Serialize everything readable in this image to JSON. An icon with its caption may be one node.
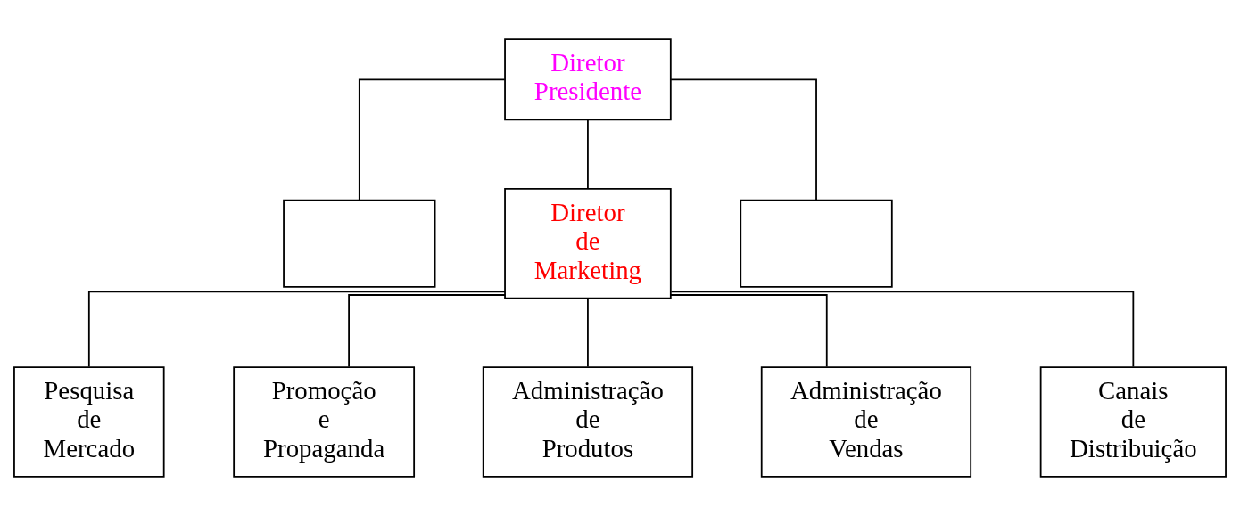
{
  "diagram": {
    "nodes": [
      {
        "text": [
          "Diretor Presidente"
        ]
      },
      {
        "text": [],
        "shape": "box"
      },
      {
        "text": [
          "Diretor de Marketing"
        ]
      },
      {
        "text": [],
        "shape": "box"
      },
      {
        "text": [
          "Pesquisa de Mercado"
        ]
      },
      {
        "text": [
          "Promoção e Propaganda"
        ]
      },
      {
        "text": [
          "Administração de Produtos"
        ]
      },
      {
        "text": [
          "Administração de Vendas"
        ]
      },
      {
        "text": [
          "Canais de Distribuição"
        ]
      }
    ],
    "edges": [
      {
        "from": 0,
        "to": 1,
        "arrow": "none"
      },
      {
        "from": 0,
        "to": 2,
        "arrow": "none"
      },
      {
        "from": 0,
        "to": 3,
        "arrow": "none"
      },
      {
        "from": 2,
        "to": 4,
        "arrow": "none"
      },
      {
        "from": 2,
        "to": 5,
        "arrow": "none"
      },
      {
        "from": 2,
        "to": 6,
        "arrow": "none"
      },
      {
        "from": 2,
        "to": 7,
        "arrow": "none"
      },
      {
        "from": 2,
        "to": 8,
        "arrow": "none"
      }
    ]
  }
}
